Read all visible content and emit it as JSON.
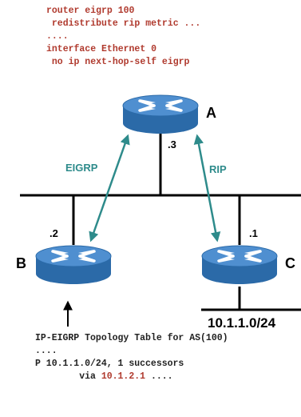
{
  "config_lines": [
    "router eigrp 100",
    " redistribute rip metric ...",
    "....",
    "interface Ethernet 0",
    " no ip next-hop-self eigrp"
  ],
  "routers": {
    "a": {
      "name": "A",
      "addr": ".3"
    },
    "b": {
      "name": "B",
      "addr": ".2"
    },
    "c": {
      "name": "C",
      "addr": ".1"
    }
  },
  "protocols": {
    "left": "EIGRP",
    "right": "RIP"
  },
  "network": "10.1.1.0/24",
  "topology": {
    "line1": "IP-EIGRP Topology Table for AS(100)",
    "line2": "....",
    "line3": "P 10.1.1.0/24, 1 successors",
    "line4_prefix": "        via ",
    "line4_ip": "10.1.2.1",
    "line4_suffix": " ...."
  },
  "colors": {
    "config": "#b03a2e",
    "protocol": "#2e8b8b",
    "router_top": "#4f8fd0",
    "router_side": "#2b6aa8",
    "highlight": "#b03a2e"
  }
}
